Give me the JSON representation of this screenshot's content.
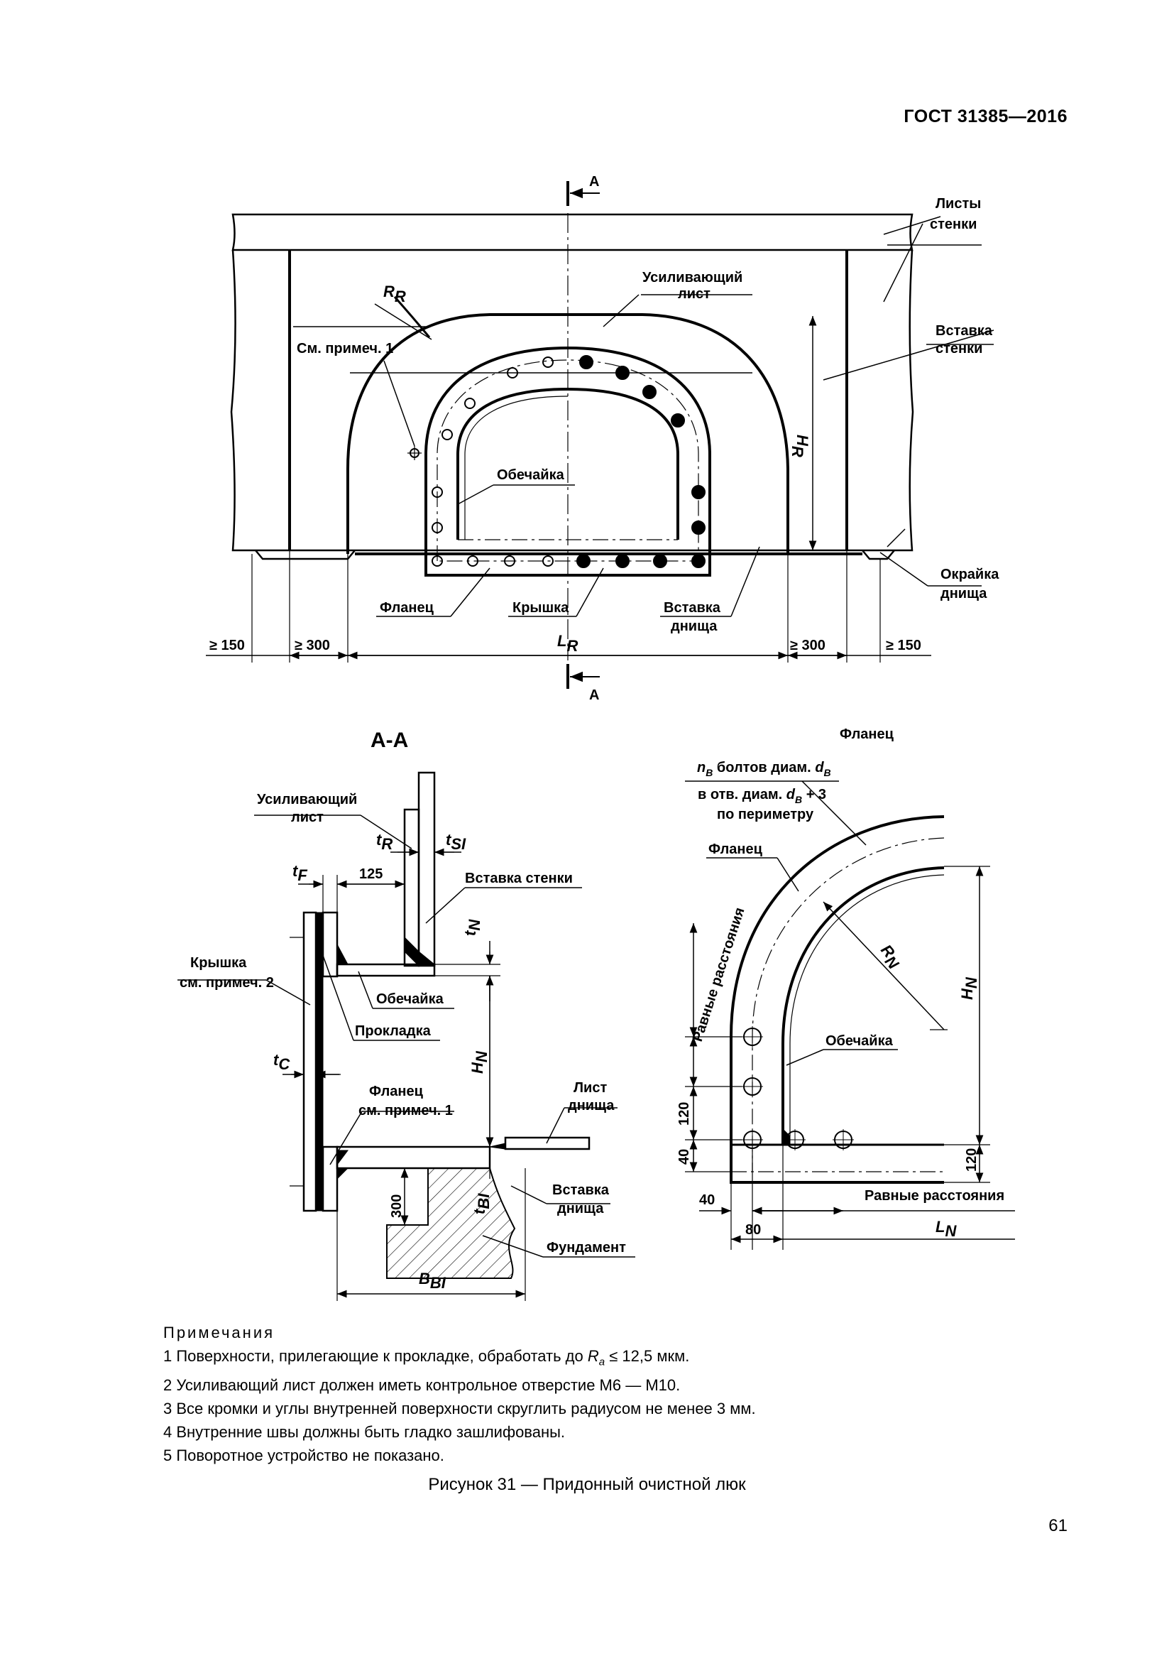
{
  "header": {
    "standard": "ГОСТ 31385—2016"
  },
  "section_marks": {
    "a": "A",
    "b": "A"
  },
  "top_view": {
    "wall_sheets": [
      "Листы",
      "стенки"
    ],
    "reinforcing_plate": [
      "Усиливающий",
      "лист"
    ],
    "wall_insert": [
      "Вставка",
      "стенки"
    ],
    "see_note": "См. примеч. 1",
    "shell": "Обечайка",
    "bottom_edge": [
      "Окрайка",
      "днища"
    ],
    "flange": "Фланец",
    "cover": "Крышка",
    "bottom_insert": [
      "Вставка",
      "днища"
    ],
    "rr": {
      "main": "R",
      "sub": "R"
    },
    "hr": {
      "main": "H",
      "sub": "R"
    },
    "lr": {
      "main": "L",
      "sub": "R"
    },
    "dims": {
      "d150a": "≥ 150",
      "d300a": "≥ 300",
      "d300b": "≥ 300",
      "d150b": "≥ 150"
    }
  },
  "section_view": {
    "title": "A-A",
    "reinforcing_plate": [
      "Усиливающий",
      "лист"
    ],
    "tr": {
      "main": "t",
      "sub": "R"
    },
    "tsi": {
      "main": "t",
      "sub": "SI"
    },
    "tf": {
      "main": "t",
      "sub": "F"
    },
    "d125": "125",
    "wall_insert": "Вставка стенки",
    "tn": {
      "main": "t",
      "sub": "N"
    },
    "cover": [
      "Крышка",
      "см. примеч. 2"
    ],
    "shell": "Обечайка",
    "gasket": "Прокладка",
    "hn": {
      "main": "H",
      "sub": "N"
    },
    "tc": {
      "main": "t",
      "sub": "C"
    },
    "flange": [
      "Фланец",
      "см. примеч. 1"
    ],
    "bottom_sheet": [
      "Лист",
      "днища"
    ],
    "d300": "300",
    "tbi": {
      "main": "t",
      "sub": "BI"
    },
    "bottom_insert": [
      "Вставка",
      "днища"
    ],
    "foundation": "Фундамент",
    "bbi": {
      "main": "B",
      "sub": "BI"
    }
  },
  "flange_view": {
    "title": "Фланец",
    "bolts": {
      "n": "n",
      "n_sub": "B",
      "text1": " болтов диам. ",
      "d": "d",
      "d_sub": "B"
    },
    "holes": {
      "text1": "в отв. диам. ",
      "d": "d",
      "d_sub": "B",
      "text2": " + 3"
    },
    "perimeter": "по периметру",
    "flange": "Фланец",
    "equal_spacing_v": "Равные расстояния",
    "rn": {
      "main": "R",
      "sub": "N"
    },
    "hn": {
      "main": "H",
      "sub": "N"
    },
    "shell": "Обечайка",
    "d120a": "120",
    "d40": "40",
    "d120b": "120",
    "equal_spacing_h": "Равные расстояния",
    "d40b": "40",
    "d80": "80",
    "ln": {
      "main": "L",
      "sub": "N"
    }
  },
  "notes": {
    "title": "Примечания",
    "n1a": "1 Поверхности, прилегающие к прокладке, обработать до ",
    "n1r": "R",
    "n1sub": "a",
    "n1b": " ≤ 12,5 мкм.",
    "n2": "2 Усиливающий лист должен иметь контрольное отверстие М6 — М10.",
    "n3": "3 Все кромки и углы внутренней поверхности скруглить радиусом не менее 3 мм.",
    "n4": "4 Внутренние швы должны быть гладко зашлифованы.",
    "n5": "5 Поворотное устройство не показано."
  },
  "caption": "Рисунок 31 — Придонный очистной люк",
  "page_number": "61"
}
